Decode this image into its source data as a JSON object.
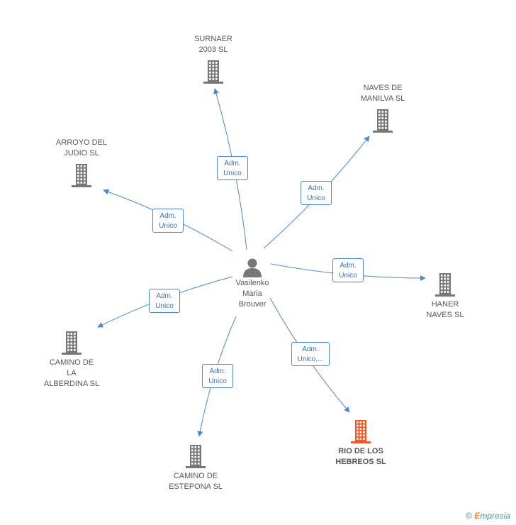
{
  "center": {
    "label": "Vasilenko\nMaria\nBrouver",
    "icon": "person-icon"
  },
  "companies": [
    {
      "id": "surnaer",
      "label": "SURNAER\n2003 SL",
      "icon": "building-icon",
      "color": "#777777",
      "highlight": false
    },
    {
      "id": "naves-manilva",
      "label": "NAVES DE\nMANILVA SL",
      "icon": "building-icon",
      "color": "#777777",
      "highlight": false
    },
    {
      "id": "arroyo-judio",
      "label": "ARROYO DEL\nJUDIO SL",
      "icon": "building-icon",
      "color": "#777777",
      "highlight": false
    },
    {
      "id": "haner-naves",
      "label": "HANER\nNAVES SL",
      "icon": "building-icon",
      "color": "#777777",
      "highlight": false
    },
    {
      "id": "camino-alberdina",
      "label": "CAMINO DE\nLA\nALBERDINA SL",
      "icon": "building-icon",
      "color": "#777777",
      "highlight": false
    },
    {
      "id": "camino-estepona",
      "label": "CAMINO DE\nESTEPONA SL",
      "icon": "building-icon",
      "color": "#777777",
      "highlight": false
    },
    {
      "id": "rio-hebreos",
      "label": "RIO DE LOS\nHEBREOS SL",
      "icon": "building-icon",
      "color": "#f0592a",
      "highlight": true
    }
  ],
  "relations": [
    {
      "target": "surnaer",
      "label": "Adm.\nUnico"
    },
    {
      "target": "naves-manilva",
      "label": "Adm.\nUnico"
    },
    {
      "target": "arroyo-judio",
      "label": "Adm.\nUnico"
    },
    {
      "target": "haner-naves",
      "label": "Adm.\nUnico"
    },
    {
      "target": "camino-alberdina",
      "label": "Adm.\nUnico"
    },
    {
      "target": "camino-estepona",
      "label": "Adm.\nUnico"
    },
    {
      "target": "rio-hebreos",
      "label": "Adm.\nUnico,..."
    }
  ],
  "colors": {
    "edge": "#4a86d4",
    "badge_border": "#4a86d4",
    "default_node": "#777777",
    "highlight_node": "#f0592a"
  },
  "footer": {
    "copyright": "©",
    "brand_initial": "E",
    "brand_rest": "mpresia"
  }
}
